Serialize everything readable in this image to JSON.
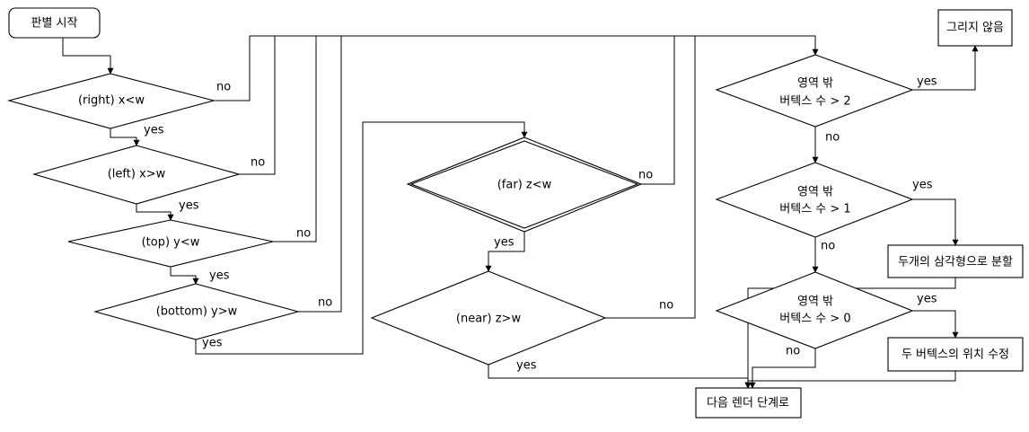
{
  "nodes": {
    "start": "판별 시작",
    "right": "(right) x<w",
    "left": "(left) x>w",
    "top": "(top) y<w",
    "bottom": "(bottom) y>w",
    "far": "(far) z<w",
    "near": "(near) z>w",
    "outside2": [
      "영역 밖",
      "버텍스 수 > 2"
    ],
    "outside1": [
      "영역 밖",
      "버텍스 수 > 1"
    ],
    "outside0": [
      "영역 밖",
      "버텍스 수 > 0"
    ],
    "no_draw": "그리지 않음",
    "split": "두개의 삼각형으로 분할",
    "modify": "두 버텍스의 위치 수정",
    "next": "다음 렌더 단계로"
  },
  "labels": {
    "yes": "yes",
    "no": "no"
  },
  "colors": {
    "stroke": "#000000",
    "background": "#ffffff"
  }
}
